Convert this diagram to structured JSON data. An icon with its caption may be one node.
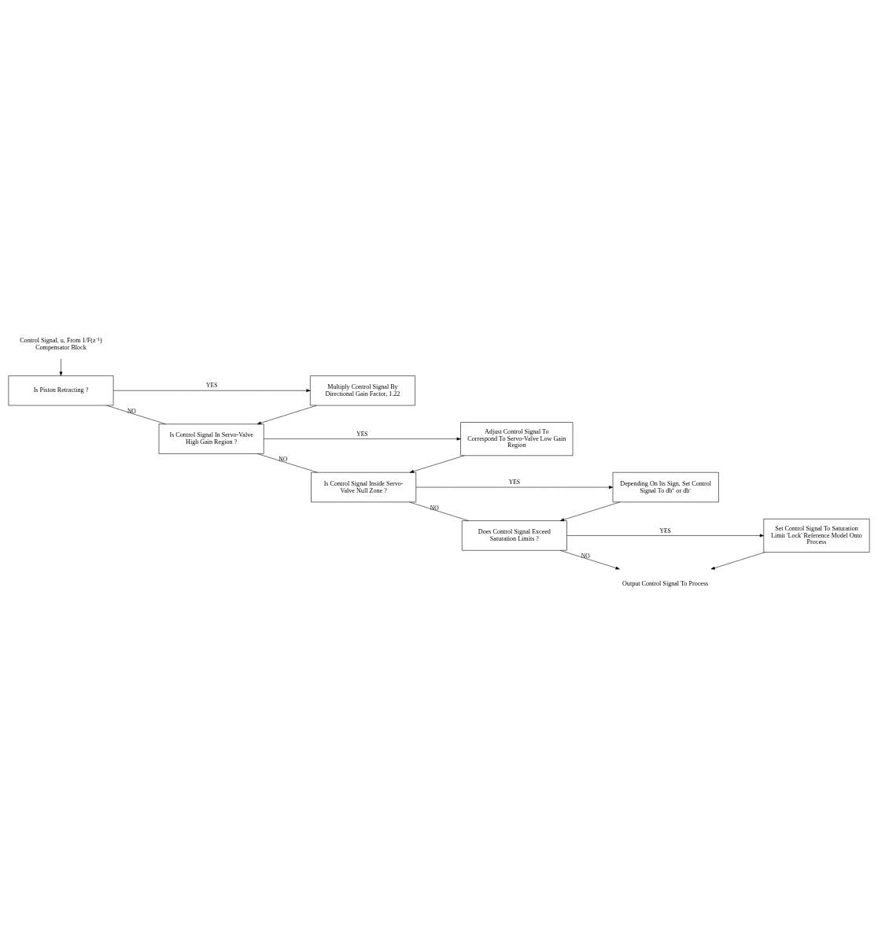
{
  "diagram": {
    "nodes": [
      {
        "text": [
          "Control Signal, u, From 1/F(z⁻¹) Compensator Block"
        ]
      },
      {
        "text": [
          "Is Piston Retracting ?"
        ]
      },
      {
        "text": [
          "Multiply Control Signal By Directional Gain Factor, 1.22"
        ]
      },
      {
        "text": [
          "Is Control Signal In Servo-Valve High Gain Region ?"
        ]
      },
      {
        "text": [
          "Adjust Control Signal To Correspond To Servo-Valve Low Gain Region"
        ]
      },
      {
        "text": [
          "Is Control Signal Inside Servo-Valve Null Zone ?"
        ]
      },
      {
        "text": [
          "Depending On Its Sign, Set Control Signal To db⁺ or db⁻"
        ]
      },
      {
        "text": [
          "Does Control Signal Exceed Saturation Limits ?"
        ]
      },
      {
        "text": [
          "Set Control Signal To Saturation Limit 'Lock' Reference Model Onto Process"
        ]
      },
      {
        "text": [
          "Output Control Signal To Process"
        ]
      }
    ],
    "edges": [
      {
        "from": 0,
        "to": 1,
        "arrow": "to"
      },
      {
        "from": 1,
        "to": 2,
        "arrow": "to",
        "label": "YES"
      },
      {
        "from": 1,
        "to": 3,
        "arrow": "none",
        "label": "NO"
      },
      {
        "from": 2,
        "to": 3,
        "arrow": "to"
      },
      {
        "from": 3,
        "to": 4,
        "arrow": "to",
        "label": "YES"
      },
      {
        "from": 3,
        "to": 5,
        "arrow": "none",
        "label": "NO"
      },
      {
        "from": 4,
        "to": 5,
        "arrow": "to"
      },
      {
        "from": 5,
        "to": 6,
        "arrow": "to",
        "label": "YES"
      },
      {
        "from": 5,
        "to": 7,
        "arrow": "none",
        "label": "NO"
      },
      {
        "from": 6,
        "to": 7,
        "arrow": "to"
      },
      {
        "from": 7,
        "to": 8,
        "arrow": "to",
        "label": "YES"
      },
      {
        "from": 7,
        "to": 9,
        "arrow": "to",
        "label": "NO"
      },
      {
        "from": 8,
        "to": 9,
        "arrow": "to"
      }
    ]
  }
}
